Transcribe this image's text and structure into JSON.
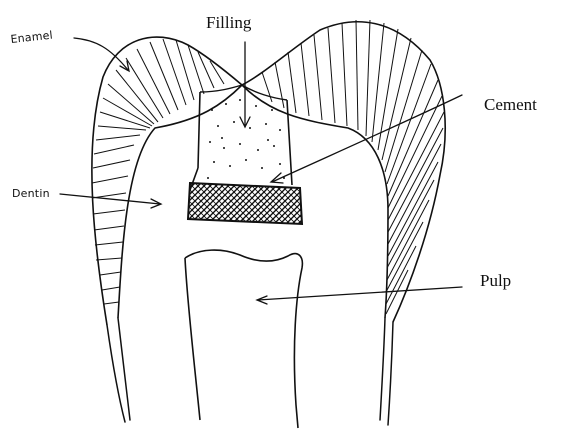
{
  "labels": {
    "filling": "Filling",
    "cement": "Cement",
    "pulp": "Pulp",
    "enamel": "Enamel",
    "dentin": "Dentin"
  },
  "colors": {
    "ink": "#111111",
    "background": "#ffffff"
  }
}
